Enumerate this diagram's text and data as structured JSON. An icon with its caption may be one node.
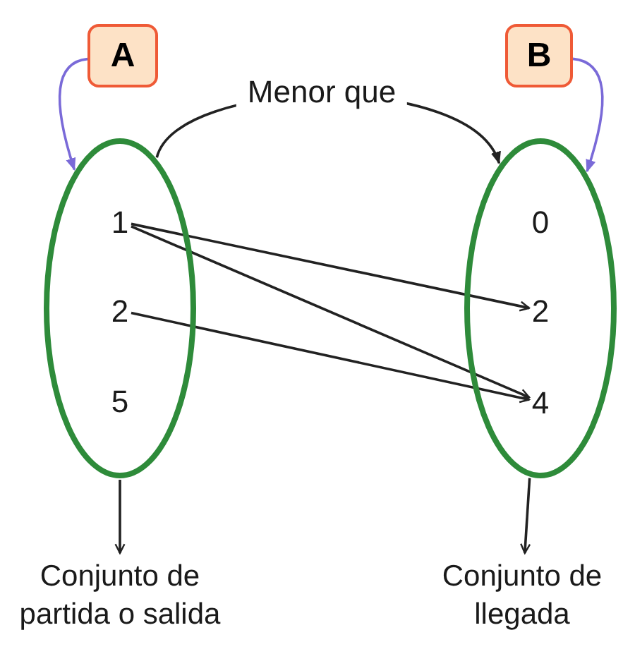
{
  "diagram": {
    "nodes": [
      {
        "text": [
          "A"
        ]
      },
      {
        "text": [
          "B"
        ]
      },
      {
        "text": [],
        "shape": "circle"
      },
      {
        "text": [
          "1"
        ],
        "in": 2
      },
      {
        "text": [
          "2"
        ],
        "in": 2
      },
      {
        "text": [
          "5"
        ],
        "in": 2
      },
      {
        "text": [],
        "shape": "circle"
      },
      {
        "text": [
          "0"
        ],
        "in": 6
      },
      {
        "text": [
          "2"
        ],
        "in": 6
      },
      {
        "text": [
          "4"
        ],
        "in": 6
      },
      {
        "text": [
          "Conjunto de partida o salida"
        ]
      },
      {
        "text": [
          "Conjunto de llegada"
        ]
      }
    ],
    "edges": [
      {
        "from": 0,
        "to": 2,
        "arrow": "to",
        "color": "#7a6ad8"
      },
      {
        "from": 1,
        "to": 6,
        "arrow": "to",
        "color": "#7a6ad8"
      },
      {
        "from": 2,
        "to": 6,
        "arrow": "to",
        "label": "Menor que"
      },
      {
        "from": 3,
        "to": 8,
        "arrow": "to"
      },
      {
        "from": 3,
        "to": 9,
        "arrow": "to"
      },
      {
        "from": 4,
        "to": 9,
        "arrow": "to"
      },
      {
        "from": 2,
        "to": 10,
        "arrow": "to"
      },
      {
        "from": 6,
        "to": 11,
        "arrow": "to"
      }
    ]
  }
}
